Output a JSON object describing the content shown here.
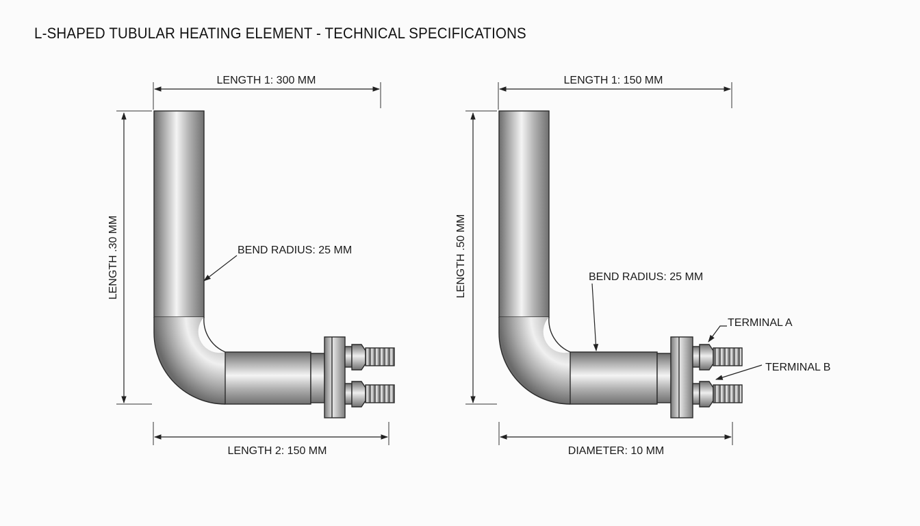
{
  "title": "L-SHAPED TUBULAR HEATING ELEMENT - TECHNICAL SPECIFICATIONS",
  "left_view": {
    "top_dim": "LENGTH 1: 300 MM",
    "side_dim": "LENGTH .30 MM",
    "bottom_dim": "LENGTH 2: 150 MM",
    "bend_label": "BEND RADIUS: 25 MM"
  },
  "right_view": {
    "top_dim": "LENGTH 1: 150 MM",
    "side_dim": "LENGTH .50 MM",
    "bottom_dim": "DIAMETER: 10 MM",
    "bend_label": "BEND RADIUS: 25 MM",
    "terminal_a": "TERMINAL A",
    "terminal_b": "TERMINAL B"
  }
}
